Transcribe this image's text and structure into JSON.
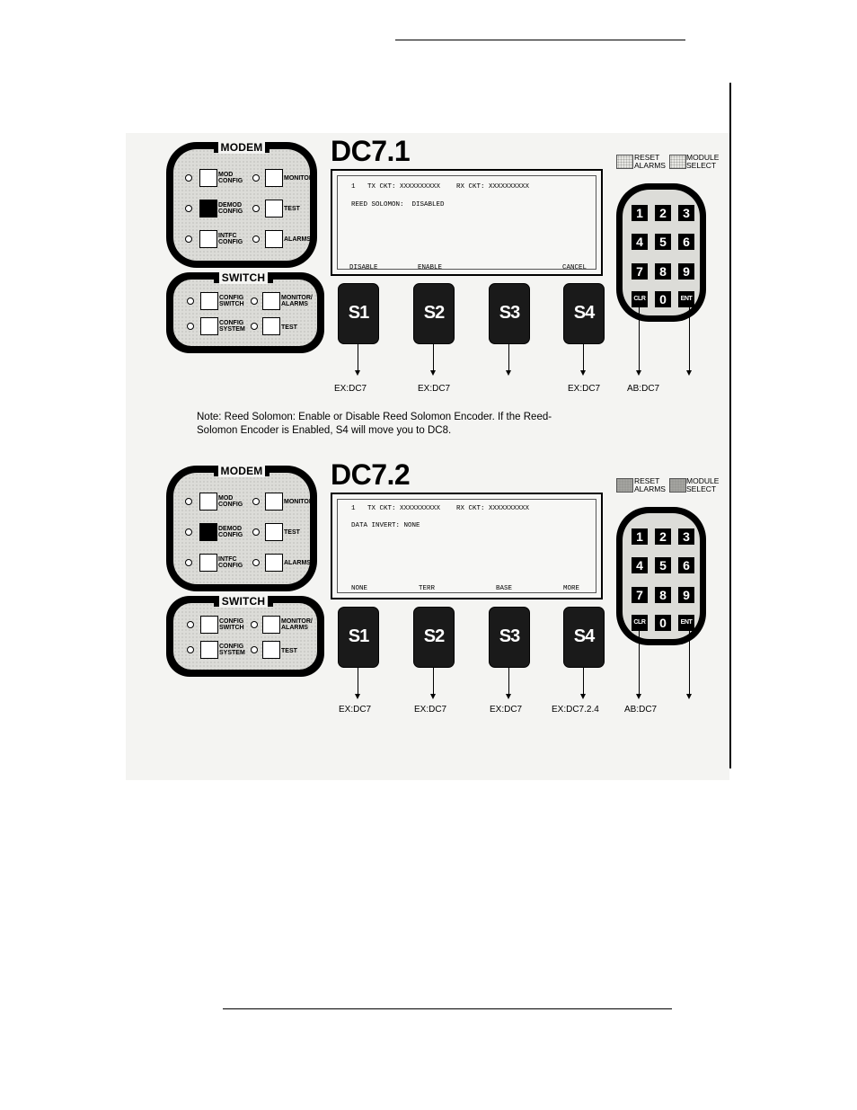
{
  "page": {
    "note": "Note:  Reed Solomon: Enable or Disable Reed Solomon Encoder.  If the Reed-Solomon Encoder is Enabled, S4 will move you to DC8."
  },
  "common": {
    "modem_title": "MODEM",
    "switch_title": "SWITCH",
    "modem_keys": {
      "mod_config": "MOD CONFIG",
      "demod_config": "DEMOD CONFIG",
      "intfc_config": "INTFC CONFIG",
      "monitor": "MONITOR",
      "test": "TEST",
      "alarms": "ALARMS"
    },
    "switch_keys": {
      "config_switch": "CONFIG SWITCH",
      "config_system": "CONFIG SYSTEM",
      "monitor_alarms": "MONITOR/ ALARMS",
      "test": "TEST"
    },
    "reset_alarms": "RESET ALARMS",
    "module_select": "MODULE SELECT",
    "softkeys": [
      "S1",
      "S2",
      "S3",
      "S4"
    ],
    "numkeys": [
      "1",
      "2",
      "3",
      "4",
      "5",
      "6",
      "7",
      "8",
      "9",
      "CLR",
      "0",
      "ENT"
    ]
  },
  "figures": [
    {
      "title": "DC7.1",
      "lcd_line1": "1   TX CKT: XXXXXXXXXX    RX CKT: XXXXXXXXXX",
      "lcd_line2": "REED SOLOMON:  DISABLED",
      "softkey_labels": [
        "DISABLE",
        "ENABLE",
        "",
        "CANCEL"
      ],
      "destinations": [
        "EX:DC7",
        "EX:DC7",
        "",
        "EX:DC7"
      ],
      "keypad_destinations": [
        "AB:DC7",
        ""
      ]
    },
    {
      "title": "DC7.2",
      "lcd_line1": "1   TX CKT: XXXXXXXXXX    RX CKT: XXXXXXXXXX",
      "lcd_line2": "DATA INVERT: NONE",
      "softkey_labels": [
        "NONE",
        "TERR",
        "BASE",
        "MORE"
      ],
      "destinations": [
        "EX:DC7",
        "EX:DC7",
        "EX:DC7",
        "EX:DC7.2.4"
      ],
      "keypad_destinations": [
        "AB:DC7",
        ""
      ]
    }
  ]
}
